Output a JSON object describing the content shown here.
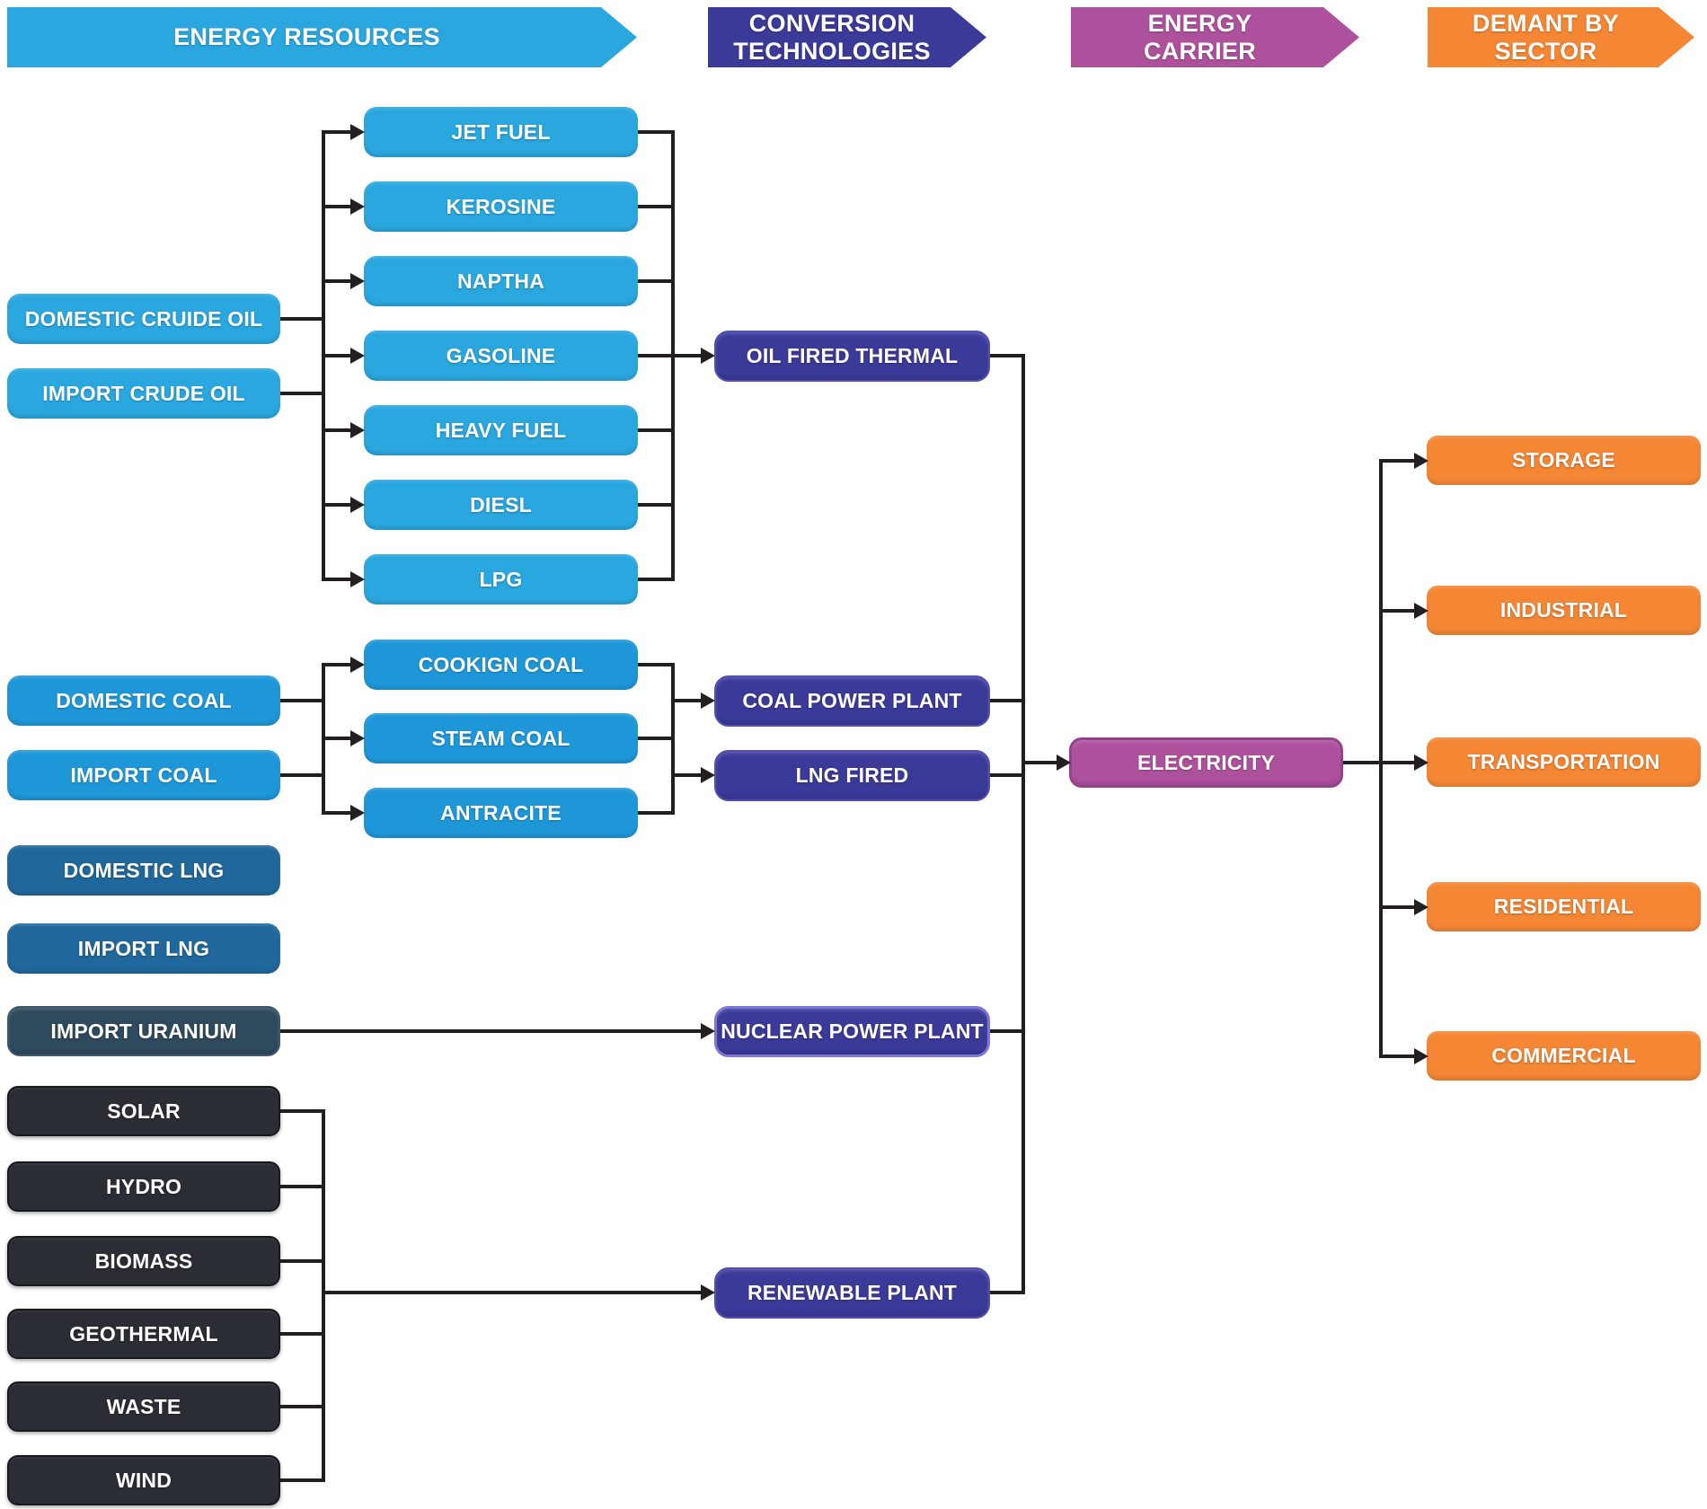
{
  "title": "Energy system flow diagram",
  "headers": {
    "resources": "ENERGY RESOURCES",
    "conversion": "CONVERSION\nTECHNOLOGIES",
    "carrier": "ENERGY\nCARRIER",
    "demand": "DEMANT BY\nSECTOR"
  },
  "resources": {
    "crude_oil": [
      "DOMESTIC CRUIDE OIL",
      "IMPORT CRUDE OIL"
    ],
    "petroleum_products": [
      "JET FUEL",
      "KEROSINE",
      "NAPTHA",
      "GASOLINE",
      "HEAVY FUEL",
      "DIESL",
      "LPG"
    ],
    "coal": [
      "DOMESTIC COAL",
      "IMPORT COAL"
    ],
    "coal_products": [
      "COOKIGN COAL",
      "STEAM COAL",
      "ANTRACITE"
    ],
    "lng": [
      "DOMESTIC LNG",
      "IMPORT LNG"
    ],
    "uranium": [
      "IMPORT URANIUM"
    ],
    "renewables": [
      "SOLAR",
      "HYDRO",
      "BIOMASS",
      "GEOTHERMAL",
      "WASTE",
      "WIND"
    ]
  },
  "conversion_technologies": [
    "OIL FIRED THERMAL",
    "COAL POWER PLANT",
    "LNG FIRED",
    "NUCLEAR POWER PLANT",
    "RENEWABLE PLANT"
  ],
  "energy_carrier": [
    "ELECTRICITY"
  ],
  "demand_sectors": [
    "STORAGE",
    "INDUSTRIAL",
    "TRANSPORTATION",
    "RESIDENTIAL",
    "COMMERCIAL"
  ],
  "colors": {
    "petroleum-blue": "#2AA7DF",
    "coal-blue": "#1E97D8",
    "lng-blue": "#20689B",
    "uranium-slate": "#2F4A5C",
    "renewable-dark": "#2A2E34",
    "plant-indigo": "#3B3A99",
    "carrier-magenta": "#AE519D",
    "sector-orange": "#F58634",
    "wire-black": "#231F20"
  }
}
